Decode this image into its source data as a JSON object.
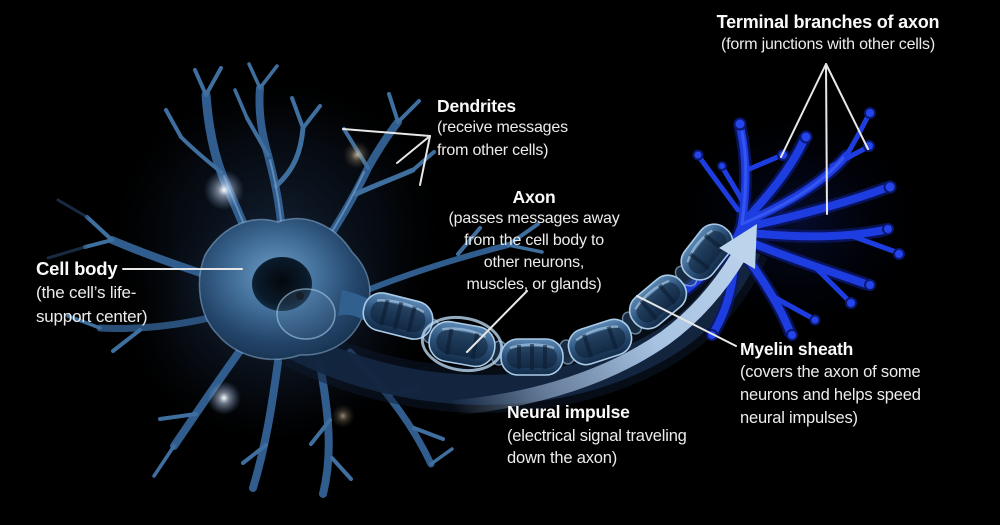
{
  "colors": {
    "background": "#000000",
    "label_text": "#ececec",
    "neuron_blue": "#305d8d",
    "cell_body_core": "#6f9cc7",
    "myelin_capsule": "#2f567f",
    "terminal_branch_blue": "#1e3de0",
    "impulse_arrow": "#a7c2e2",
    "pointer_line": "#e8e8e8"
  },
  "labels": {
    "terminal_branches": {
      "title": "Terminal branches of axon",
      "line1": "(form junctions with other cells)"
    },
    "dendrites": {
      "title": "Dendrites",
      "line1": "(receive messages",
      "line2": "from other cells)"
    },
    "axon": {
      "title": "Axon",
      "line1": "(passes messages away",
      "line2": "from the cell body to",
      "line3": "other neurons,",
      "line4": "muscles, or glands)"
    },
    "cell_body": {
      "title": "Cell body",
      "line1": "(the cell’s life-",
      "line2": "support center)"
    },
    "myelin_sheath": {
      "title": "Myelin sheath",
      "line1": "(covers the axon of some",
      "line2": "neurons and helps speed",
      "line3": "neural impulses)"
    },
    "neural_impulse": {
      "title": "Neural impulse",
      "line1": "(electrical signal traveling",
      "line2": "down the axon)"
    }
  }
}
